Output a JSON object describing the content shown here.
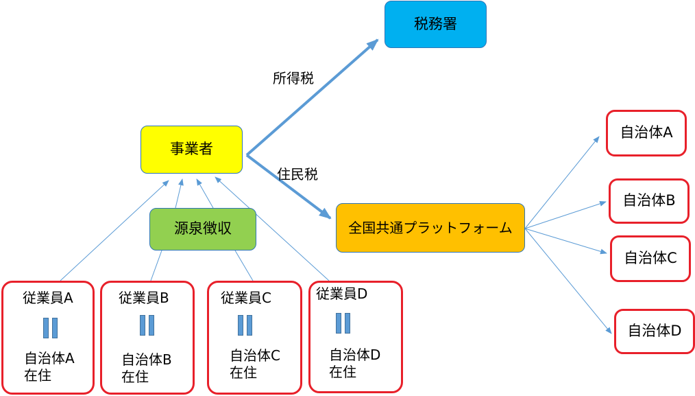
{
  "nodes": {
    "tax_office": "税務署",
    "employer": "事業者",
    "withholding": "源泉徴収",
    "platform": "全国共通プラットフォーム"
  },
  "edge_labels": {
    "income_tax": "所得税",
    "resident_tax": "住民税"
  },
  "employees": [
    {
      "name": "従業員A",
      "residence_line1": "自治体A",
      "residence_line2": "在住"
    },
    {
      "name": "従業員B",
      "residence_line1": "自治体B",
      "residence_line2": "在住"
    },
    {
      "name": "従業員C",
      "residence_line1": "自治体C",
      "residence_line2": "在住"
    },
    {
      "name": "従業員D",
      "residence_line1": "自治体D",
      "residence_line2": "在住"
    }
  ],
  "municipalities": [
    "自治体A",
    "自治体B",
    "自治体C",
    "自治体D"
  ],
  "colors": {
    "tax_office": "#00b0f0",
    "employer": "#ffff00",
    "withholding": "#92d050",
    "platform": "#ffc000",
    "border_red": "#e8202a",
    "arrow_blue": "#5b9bd5"
  }
}
